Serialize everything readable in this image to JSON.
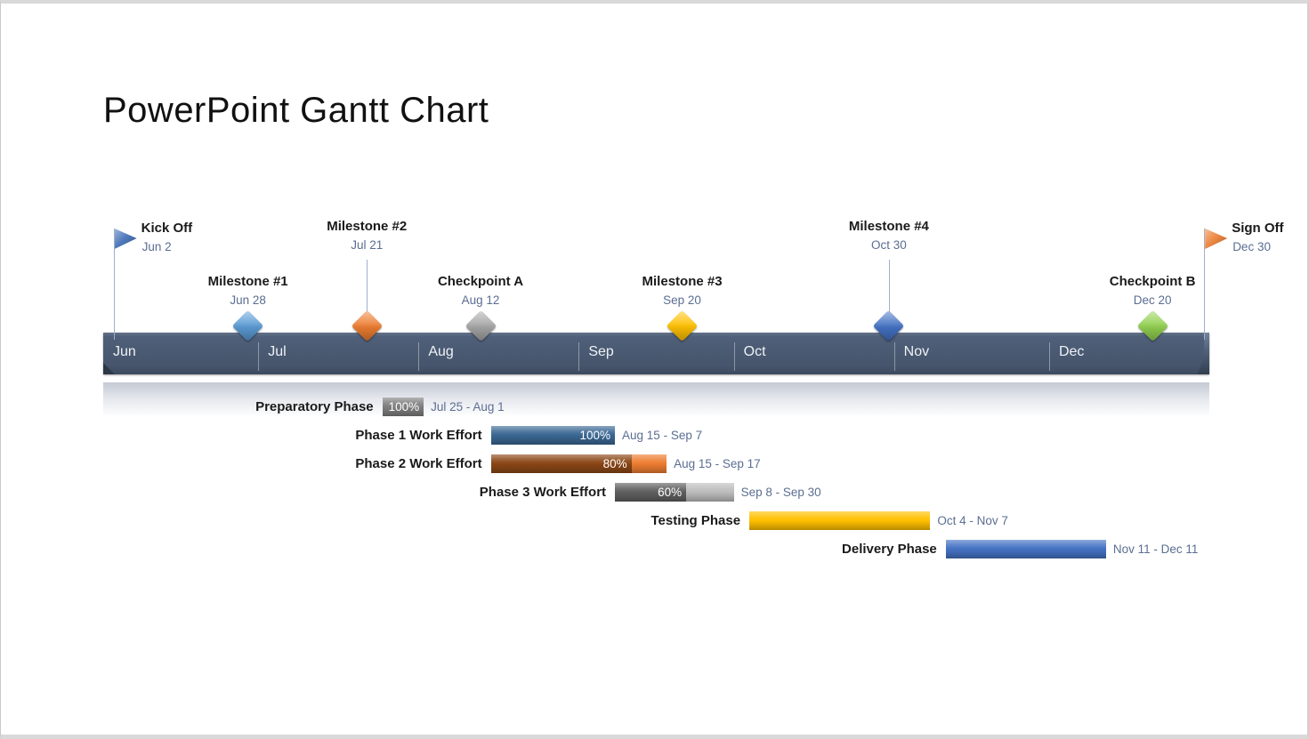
{
  "title": "PowerPoint Gantt Chart",
  "colors": {
    "timeline_bar": "#4a5a72",
    "month_text": "#eff2f6",
    "milestone_label_text": "#1a1a1a",
    "date_text": "#5b6e91",
    "task_label_text": "#1a1a1a",
    "percent_text": "#ffffff"
  },
  "chart_data": {
    "type": "gantt",
    "title": "PowerPoint Gantt Chart",
    "timeline": {
      "months": [
        {
          "label": "Jun",
          "days": 30
        },
        {
          "label": "Jul",
          "days": 31
        },
        {
          "label": "Aug",
          "days": 31
        },
        {
          "label": "Sep",
          "days": 30
        },
        {
          "label": "Oct",
          "days": 31
        },
        {
          "label": "Nov",
          "days": 30
        },
        {
          "label": "Dec",
          "days": 31
        }
      ],
      "range": "Jun 1 - Dec 31"
    },
    "milestones": [
      {
        "label": "Kick Off",
        "date": "Jun 2",
        "shape": "flag",
        "color": "#3e6cb5",
        "level": "high"
      },
      {
        "label": "Milestone #1",
        "date": "Jun 28",
        "shape": "diamond",
        "color": "#5b9bd5",
        "level": "low"
      },
      {
        "label": "Milestone #2",
        "date": "Jul 21",
        "shape": "diamond",
        "color": "#ed7d31",
        "level": "high"
      },
      {
        "label": "Checkpoint A",
        "date": "Aug 12",
        "shape": "diamond",
        "color": "#a6a6a6",
        "level": "low"
      },
      {
        "label": "Milestone #3",
        "date": "Sep 20",
        "shape": "diamond",
        "color": "#ffc000",
        "level": "low"
      },
      {
        "label": "Milestone #4",
        "date": "Oct 30",
        "shape": "diamond",
        "color": "#4472c4",
        "level": "high"
      },
      {
        "label": "Checkpoint B",
        "date": "Dec 20",
        "shape": "diamond",
        "color": "#92d050",
        "level": "low"
      },
      {
        "label": "Sign Off",
        "date": "Dec 30",
        "shape": "flag",
        "color": "#ed7d31",
        "level": "high"
      }
    ],
    "tasks": [
      {
        "label": "Preparatory Phase",
        "start": "Jul 25",
        "end": "Aug 1",
        "date_label": "Jul 25 - Aug 1",
        "percent": 100,
        "percent_label": "100%",
        "color": "#7f7f7f",
        "tail_color": "#7f7f7f"
      },
      {
        "label": "Phase 1 Work Effort",
        "start": "Aug 15",
        "end": "Sep 7",
        "date_label": "Aug 15 - Sep 7",
        "percent": 100,
        "percent_label": "100%",
        "color": "#3a6793",
        "tail_color": "#3a6793"
      },
      {
        "label": "Phase 2 Work Effort",
        "start": "Aug 15",
        "end": "Sep 17",
        "date_label": "Aug 15 - Sep 17",
        "percent": 80,
        "percent_label": "80%",
        "color": "#8a4616",
        "tail_color": "#ed7d31"
      },
      {
        "label": "Phase 3 Work Effort",
        "start": "Sep 8",
        "end": "Sep 30",
        "date_label": "Sep 8 - Sep 30",
        "percent": 60,
        "percent_label": "60%",
        "color": "#5f5f5f",
        "tail_color": "#bdbdbd"
      },
      {
        "label": "Testing Phase",
        "start": "Oct 4",
        "end": "Nov 7",
        "date_label": "Oct 4 - Nov 7",
        "percent": null,
        "percent_label": null,
        "color": "#ffc000",
        "tail_color": "#ffc000"
      },
      {
        "label": "Delivery Phase",
        "start": "Nov 11",
        "end": "Dec 11",
        "date_label": "Nov 11 - Dec 11",
        "percent": null,
        "percent_label": null,
        "color": "#4472c4",
        "tail_color": "#4472c4"
      }
    ]
  }
}
